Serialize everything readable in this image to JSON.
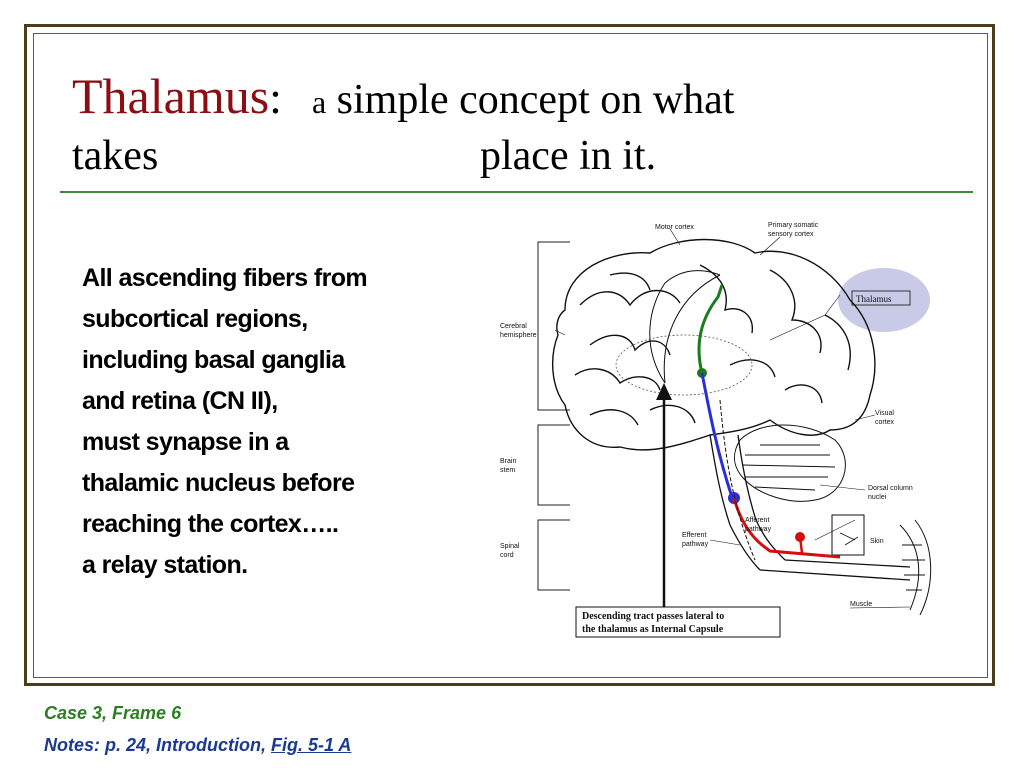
{
  "title": {
    "main": "Thalamus",
    "colon": ":",
    "article": "a",
    "rest": " simple concept on what",
    "line2_left": "takes",
    "line2_right": "place in it."
  },
  "body": {
    "lines": [
      "All ascending fibers from",
      "subcortical regions,",
      "including basal ganglia",
      "and retina (CN II),",
      "must synapse in a",
      "thalamic nucleus before",
      "reaching the cortex…..",
      "a relay station."
    ]
  },
  "diagram": {
    "labels": {
      "motor_cortex": "Motor cortex",
      "primary_somatic_1": "Primary somatic",
      "primary_somatic_2": "sensory cortex",
      "thalamus": "Thalamus",
      "cerebral_1": "Cerebral",
      "cerebral_2": "hemisphere",
      "visual_1": "Visual",
      "visual_2": "cortex",
      "brain_1": "Brain",
      "brain_2": "stem",
      "dorsal_1": "Dorsal column",
      "dorsal_2": "nuclei",
      "afferent_1": "Afferent",
      "afferent_2": "pathway",
      "efferent_1": "Efferent",
      "efferent_2": "pathway",
      "skin": "Skin",
      "spinal_1": "Spinal",
      "spinal_2": "cord",
      "muscle": "Muscle",
      "descending_1": "Descending tract passes lateral to",
      "descending_2": "the thalamus as Internal Capsule"
    },
    "colors": {
      "green_path": "#1e7a1e",
      "blue_path": "#2a2fd6",
      "red_path": "#d40f0f",
      "thalamus_bubble": "#c9c9e8"
    }
  },
  "footer": {
    "case": "Case 3, Frame 6",
    "notes_prefix": "Notes: p. 24, Introduction, ",
    "notes_link": "Fig. 5-1 A"
  }
}
